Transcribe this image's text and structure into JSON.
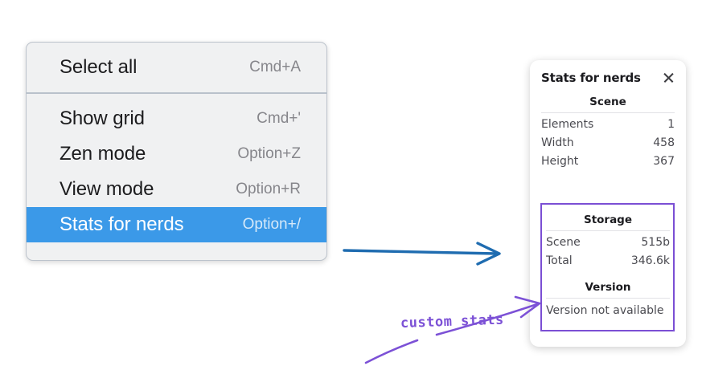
{
  "context_menu": {
    "name": "canvas-context-menu",
    "groups": [
      {
        "items": [
          {
            "label": "Select all",
            "shortcut": "Cmd+A",
            "selected": false
          }
        ]
      },
      {
        "items": [
          {
            "label": "Show grid",
            "shortcut": "Cmd+'",
            "selected": false
          },
          {
            "label": "Zen mode",
            "shortcut": "Option+Z",
            "selected": false
          },
          {
            "label": "View mode",
            "shortcut": "Option+R",
            "selected": false
          },
          {
            "label": "Stats for nerds",
            "shortcut": "Option+/",
            "selected": true
          }
        ]
      }
    ]
  },
  "stats_panel": {
    "title": "Stats for nerds",
    "close_icon": "close-icon",
    "sections": [
      {
        "title": "Scene",
        "rows": [
          {
            "key": "Elements",
            "value": "1"
          },
          {
            "key": "Width",
            "value": "458"
          },
          {
            "key": "Height",
            "value": "367"
          }
        ]
      },
      {
        "title": "Storage",
        "rows": [
          {
            "key": "Scene",
            "value": "515b"
          },
          {
            "key": "Total",
            "value": "346.6k"
          }
        ]
      },
      {
        "title": "Version",
        "note": "Version not available"
      }
    ]
  },
  "annotations": {
    "blue_arrow": {
      "name": "blue-flow-arrow",
      "color": "#1f6cb0"
    },
    "purple_arrow": {
      "name": "purple-callout-arrow",
      "color": "#7c51d6"
    },
    "purple_box": {
      "name": "custom-stats-highlight-box",
      "color": "#7b4fd4"
    },
    "caption": "custom stats"
  },
  "colors": {
    "menu_bg": "#f0f1f2",
    "menu_border": "#bcc3cc",
    "selection_blue": "#3b99e8",
    "accent_purple": "#7c51d6",
    "arrow_blue": "#1f6cb0",
    "page_bg": "#ffffff"
  }
}
